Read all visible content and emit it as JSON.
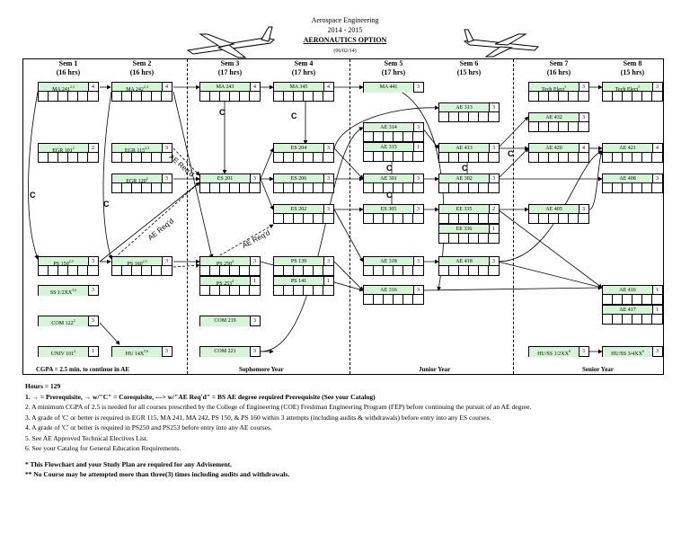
{
  "header": {
    "line1": "Aerospace Engineering",
    "line2": "2014 - 2015",
    "title": "AERONAUTICS OPTION",
    "date": "(06/02/14)"
  },
  "semesters": [
    {
      "name": "Sem 1",
      "hrs": "(16 hrs)"
    },
    {
      "name": "Sem 2",
      "hrs": "(16 hrs)"
    },
    {
      "name": "Sem 3",
      "hrs": "(17 hrs)"
    },
    {
      "name": "Sem 4",
      "hrs": "(17 hrs)"
    },
    {
      "name": "Sem 5",
      "hrs": "(17 hrs)"
    },
    {
      "name": "Sem 6",
      "hrs": "(15 hrs)"
    },
    {
      "name": "Sem 7",
      "hrs": "(16 hrs)"
    },
    {
      "name": "Sem 8",
      "hrs": "(15 hrs)"
    }
  ],
  "courses": [
    {
      "code": "MA 241",
      "sup": "2,3",
      "cr": "4"
    },
    {
      "code": "EGR 101",
      "sup": "2",
      "cr": "2"
    },
    {
      "code": "PS 150",
      "sup": "2,3",
      "cr": "3"
    },
    {
      "code": "SS 1/2XX",
      "sup": "5,6",
      "cr": "3"
    },
    {
      "code": "COM 122",
      "sup": "2",
      "cr": "3"
    },
    {
      "code": "UNIV 101",
      "sup": "2",
      "cr": "1"
    },
    {
      "code": "MA 242",
      "sup": "2,3",
      "cr": "4"
    },
    {
      "code": "EGR 115",
      "sup": "2,3",
      "cr": "3"
    },
    {
      "code": "EGR 120",
      "sup": "2",
      "cr": "3"
    },
    {
      "code": "PS 160",
      "sup": "2,3",
      "cr": "3"
    },
    {
      "code": "HU 14X",
      "sup": "5,6",
      "cr": "3"
    },
    {
      "code": "MA 243",
      "sup": "",
      "cr": "4"
    },
    {
      "code": "ES 201",
      "sup": "",
      "cr": "3"
    },
    {
      "code": "PS 250",
      "sup": "4",
      "cr": "3"
    },
    {
      "code": "PS 253",
      "sup": "4",
      "cr": "1"
    },
    {
      "code": "COM 219",
      "sup": "",
      "cr": "3"
    },
    {
      "code": "COM 221",
      "sup": "",
      "cr": "3"
    },
    {
      "code": "MA 345",
      "sup": "",
      "cr": "4"
    },
    {
      "code": "ES 204",
      "sup": "",
      "cr": "3"
    },
    {
      "code": "ES 206",
      "sup": "",
      "cr": "3"
    },
    {
      "code": "ES 202",
      "sup": "",
      "cr": "3"
    },
    {
      "code": "PS 139",
      "sup": "",
      "cr": "3"
    },
    {
      "code": "PS 141",
      "sup": "",
      "cr": "1"
    },
    {
      "code": "MA 441",
      "sup": "",
      "cr": "3"
    },
    {
      "code": "AE 314",
      "sup": "",
      "cr": "3"
    },
    {
      "code": "AE 315",
      "sup": "",
      "cr": "1"
    },
    {
      "code": "AE 301",
      "sup": "",
      "cr": "3"
    },
    {
      "code": "ES 305",
      "sup": "",
      "cr": "3"
    },
    {
      "code": "AE 318",
      "sup": "",
      "cr": "3"
    },
    {
      "code": "AE 316",
      "sup": "",
      "cr": "3"
    },
    {
      "code": "AE 313",
      "sup": "",
      "cr": "3"
    },
    {
      "code": "AE 413",
      "sup": "",
      "cr": "3"
    },
    {
      "code": "AE 302",
      "sup": "",
      "cr": "3"
    },
    {
      "code": "EE 335",
      "sup": "",
      "cr": "2"
    },
    {
      "code": "EE 336",
      "sup": "",
      "cr": "1"
    },
    {
      "code": "AE 418",
      "sup": "",
      "cr": "3"
    },
    {
      "code": "Tech Elect",
      "sup": "5",
      "cr": "3"
    },
    {
      "code": "AE 432",
      "sup": "",
      "cr": "3"
    },
    {
      "code": "AE 420",
      "sup": "",
      "cr": "4"
    },
    {
      "code": "AE 405",
      "sup": "",
      "cr": "3"
    },
    {
      "code": "HU/SS 1/2XX",
      "sup": "6",
      "cr": "3"
    },
    {
      "code": "Tech Elect",
      "sup": "5",
      "cr": "3"
    },
    {
      "code": "AE 421",
      "sup": "",
      "cr": "4"
    },
    {
      "code": "AE 408",
      "sup": "",
      "cr": "3"
    },
    {
      "code": "AE 416",
      "sup": "",
      "cr": "1"
    },
    {
      "code": "AE 417",
      "sup": "",
      "cr": "1"
    },
    {
      "code": "HU/SS 3/4XX",
      "sup": "6",
      "cr": "3"
    }
  ],
  "labels": {
    "c": "C",
    "ae_reqd": "AE Req'd"
  },
  "years": {
    "cgpa": "CGPA = 2.5 min. to continue in AE",
    "sophomore": "Sophomore Year",
    "junior": "Junior Year",
    "senior": "Senior Year"
  },
  "notes": {
    "hours": "Hours =   129",
    "n1": "1.   → = Prerequisite,  → w/\"C\" = Corequisite,  ---> w/\"AE Req'd\" = BS AE degree required Prerequisite (See your Catalog)",
    "n2": "2.  A minimum CGPA of 2.5 is needed for all courses prescribed by the College of Engineering (COE) Freshman Engineering Program (FEP) before continuing the pursuit of an AE degree.",
    "n3": "3.  A grade of 'C' or better is required in EGR 115, MA 241, MA 242, PS 150, & PS 160  within 3 attempts (including audits & withdrawals) before entry into any ES courses.",
    "n4": "4.  A grade of 'C' or better is required in PS250 and PS253 before entry into any AE courses.",
    "n5": "5.  See AE Approved Technical Electives List.",
    "n6": "6.  See your Catalog for General Education Requirements.",
    "a1": "*   This Flowchart and your Study Plan are required for any Advisement.",
    "a2": "** No Course may be attempted more than three(3) times including audits and withdrawals."
  }
}
